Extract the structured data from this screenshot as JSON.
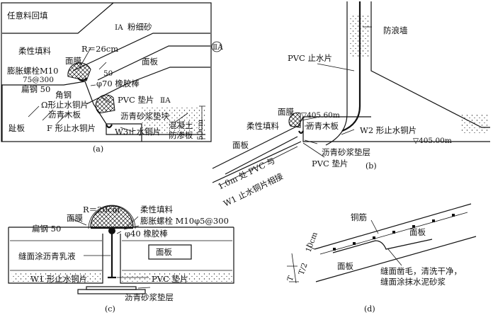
{
  "panel_a": {
    "label_backfill": "任意料回填",
    "label_fine_sand_code": "ⅠA",
    "label_fine_sand": "粉细砂",
    "label_radius": "R＝26cm",
    "label_face_film": "面膜",
    "label_face_slab": "面板",
    "label_flex_fill": "柔性填料",
    "label_bolt": "膨胀螺栓M10",
    "label_bolt_spacing": "75@300",
    "label_flat_steel": "扁钢 50",
    "label_dim_50": "50",
    "label_rubber_rod": "φ70 橡胶棒",
    "label_angle_steel": "角钢",
    "label_omega_stop": "Ω形止水铜片",
    "label_pvc_pad": "PVC 垫片",
    "label_pvc_code": "ⅡA",
    "label_asphalt_board": "沥青木板",
    "label_asphalt_mortar_block": "沥青砂浆垫块",
    "label_toe_slab": "趾板",
    "label_f_stop": "F 形止水铜片",
    "label_w3_stop": "W3止水铜片",
    "label_concrete_cutoff_1": "混凝土",
    "label_concrete_cutoff_2": "防渗板",
    "label_dim_50cm": "50cm",
    "label_zone_2a": "ⅡA",
    "caption": "(a)"
  },
  "panel_b": {
    "label_wave_wall": "防浪墙",
    "label_pvc_stop": "PVC 止水片",
    "label_face_film": "面膜",
    "label_elev_top": "▽405.60m",
    "label_flex_fill": "柔性填料",
    "label_asphalt_board": "沥青木板",
    "label_w2_stop": "W2 形止水铜片",
    "label_elev_bottom": "▽405.00m",
    "label_face_slab": "面板",
    "label_asphalt_mortar": "沥青砂浆垫层",
    "label_pvc_pad": "PVC 垫片",
    "label_joint_1": "1.0m 处 PVC 与",
    "label_joint_2": "W1 止水铜片相接",
    "caption": "(b)"
  },
  "panel_c": {
    "label_radius": "R＝20cm",
    "label_flex_fill": "柔性填料",
    "label_face_film": "面膜",
    "label_flat_steel": "扁钢 50",
    "label_bolt": "膨胀螺栓 M10φ5@300",
    "label_rubber_rod": "φ40 橡胶棒",
    "label_face_slab": "面板",
    "label_joint_coat": "缝面涂沥青乳液",
    "label_w1_stop": "W1 形止水铜片",
    "label_pvc_pad": "PVC 垫片",
    "label_asphalt_mortar": "沥青砂浆垫层",
    "caption": "(c)"
  },
  "panel_d": {
    "label_rebar": "铜筋",
    "label_face_slab_right": "面板",
    "label_face_slab_left": "面板",
    "label_dim_10cm": "10cm",
    "label_dim_t2": "T/2",
    "label_dim_t": "T",
    "label_note_1": "缝面凿毛，清洗干净，",
    "label_note_2": "缝面涂抹水泥砂浆",
    "caption": "(d)"
  }
}
